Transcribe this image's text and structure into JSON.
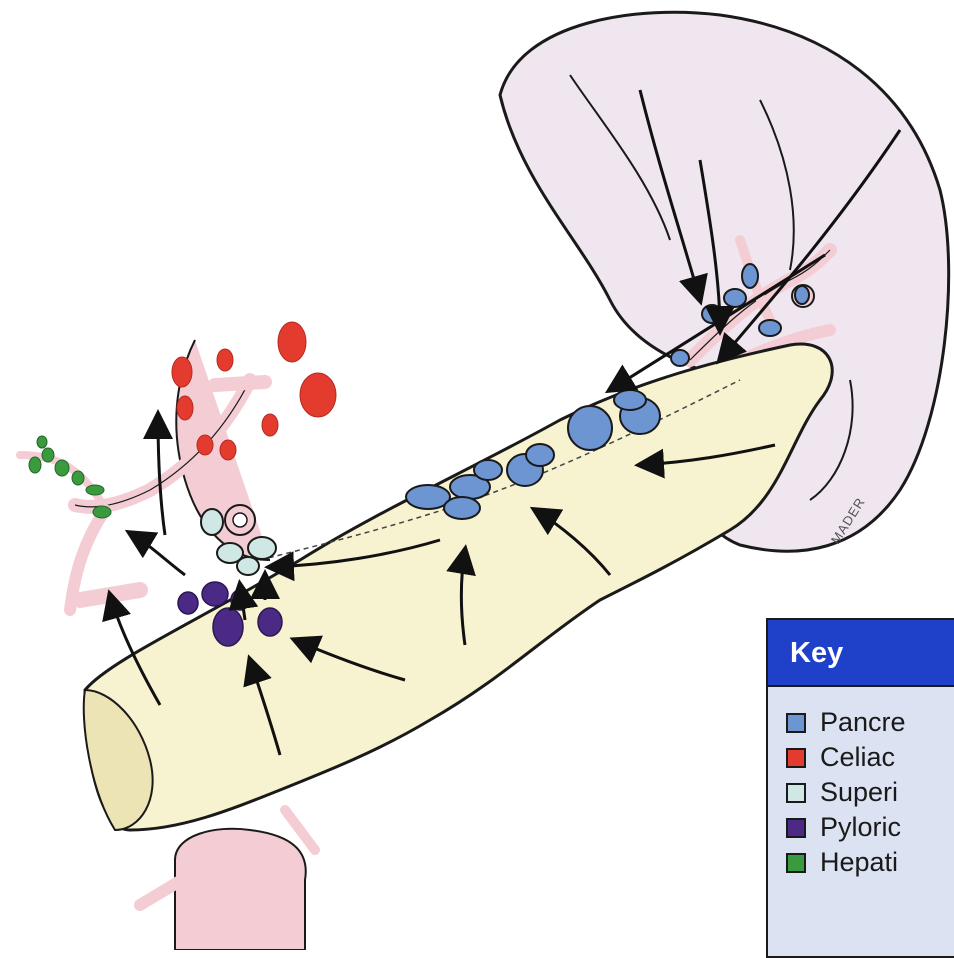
{
  "illustration": {
    "artist_signature": "MADER",
    "colors": {
      "pancreas": "#f7f2cf",
      "spleen": "#efe6ef",
      "vessels": "#f4cdd4",
      "outline": "#1a1a1a",
      "arrows": "#111111"
    }
  },
  "key": {
    "title": "Key",
    "header_color": "#1f40c8",
    "background_color": "#dbe3f3",
    "items": [
      {
        "label": "Pancre",
        "color": "#6d95d2"
      },
      {
        "label": "Celiac",
        "color": "#e43b2f"
      },
      {
        "label": "Superi",
        "color": "#cfe8e6"
      },
      {
        "label": "Pyloric",
        "color": "#4b2a86"
      },
      {
        "label": "Hepati",
        "color": "#3a9a3e"
      }
    ]
  }
}
